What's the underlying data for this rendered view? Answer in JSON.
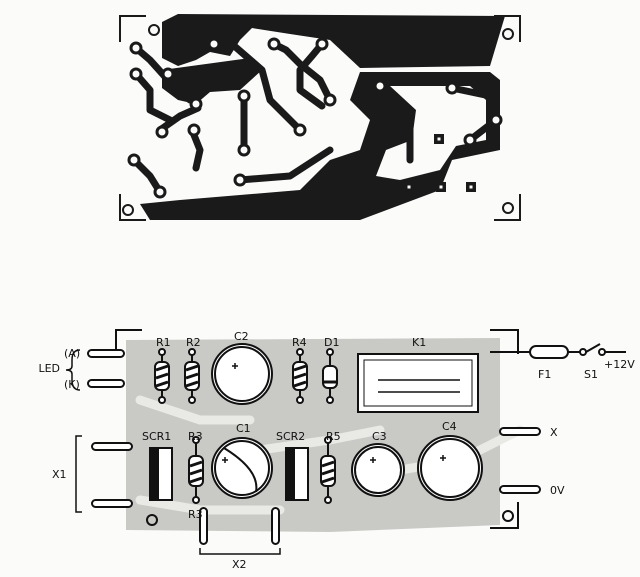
{
  "pcb_layout": {
    "labels": {
      "led": "LED",
      "anode": "(A)",
      "cathode": "(K)",
      "x1": "X1",
      "x2": "X2",
      "x": "X",
      "ov": "0V",
      "f1": "F1",
      "s1": "S1",
      "supply": "+12V"
    },
    "components": {
      "r1": "R1",
      "r2": "R2",
      "r3_top": "R3",
      "r3_bottom": "R3",
      "r4": "R4",
      "r5": "R5",
      "d1": "D1",
      "c1": "C1",
      "c2": "C2",
      "c3": "C3",
      "c4": "C4",
      "k1": "K1",
      "scr1": "SCR1",
      "scr2": "SCR2"
    }
  },
  "colors": {
    "copper": "#1a1a1a",
    "board_shade": "#c9c9c6",
    "ink": "#111111"
  }
}
